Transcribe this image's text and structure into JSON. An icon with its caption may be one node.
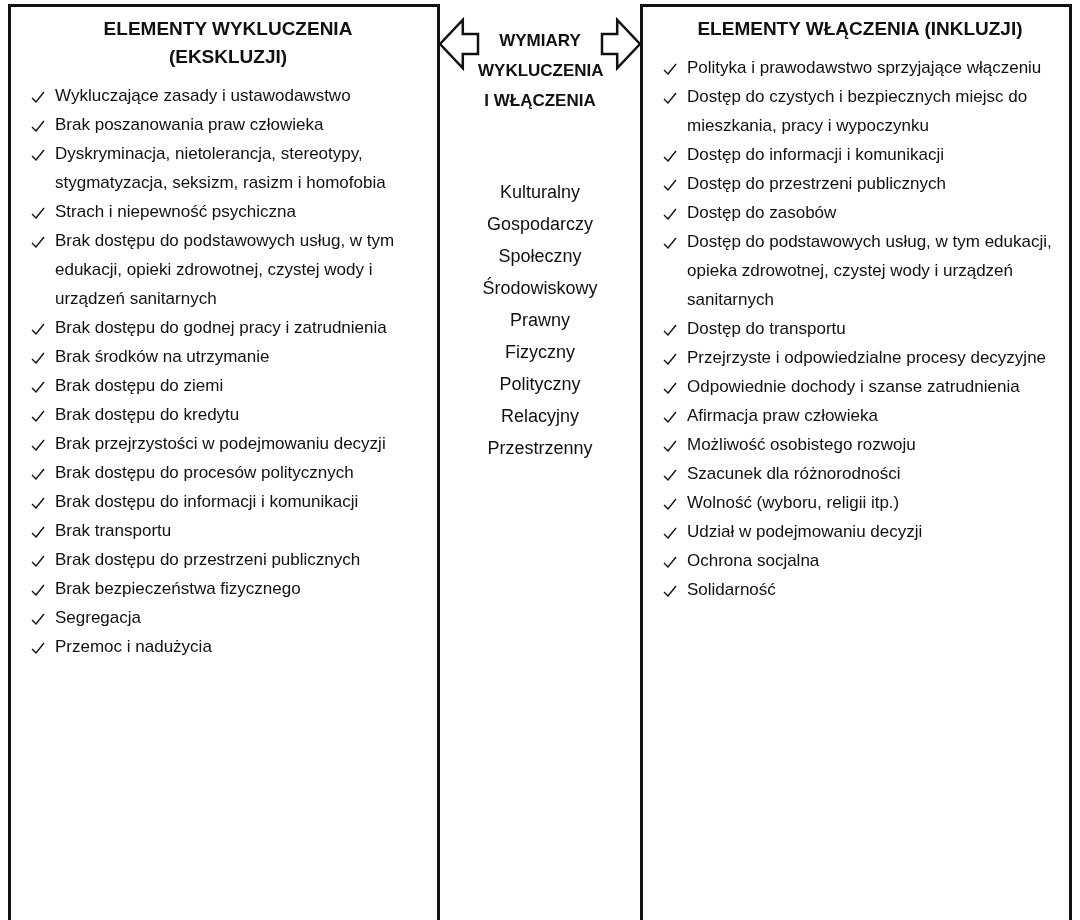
{
  "diagram": {
    "nodes": [
      {
        "text": [
          "ELEMENTY WYKLUCZENIA (EKSKLUZJI)",
          "Wykluczające zasady i ustawodawstwo",
          "Brak poszanowania praw człowieka",
          "Dyskryminacja, nietolerancja, stereotypy, stygmatyzacja, seksizm, rasizm i homofobia",
          "Strach i niepewność psychiczna",
          "Brak dostępu do podstawowych usług, w tym edukacji, opieki zdrowotnej, czystej wody i urządzeń sanitarnych",
          "Brak dostępu do godnej pracy i zatrudnienia",
          "Brak środków na utrzymanie",
          "Brak dostępu do ziemi",
          "Brak dostępu do kredytu",
          "Brak przejrzystości w podejmowaniu decyzji",
          "Brak dostępu do procesów politycznych",
          "Brak dostępu do informacji i komunikacji",
          "Brak transportu",
          "Brak dostępu do przestrzeni publicznych",
          "Brak bezpieczeństwa fizycznego",
          "Segregacja",
          "Przemoc i nadużycia"
        ]
      },
      {
        "text": [
          "WYMIARY WYKLUCZENIA I WŁĄCZENIA",
          "Kulturalny",
          "Gospodarczy",
          "Społeczny",
          "Środowiskowy",
          "Prawny",
          "Fizyczny",
          "Polityczny",
          "Relacyjny",
          "Przestrzenny"
        ]
      },
      {
        "text": [
          "ELEMENTY WŁĄCZENIA (INKLUZJI)",
          "Polityka i prawodawstwo sprzyjające włączeniu",
          "Dostęp do czystych i bezpiecznych miejsc do mieszkania, pracy i wypoczynku",
          "Dostęp do informacji i komunikacji",
          "Dostęp do przestrzeni publicznych",
          "Dostęp do zasobów",
          "Dostęp do podstawowych usług, w tym edukacji, opieka zdrowotnej, czystej wody i urządzeń sanitarnych",
          "Dostęp do transportu",
          "Przejrzyste i odpowiedzialne procesy decyzyjne",
          "Odpowiednie dochody i szanse zatrudnienia",
          "Afirmacja praw człowieka",
          "Możliwość osobistego rozwoju",
          "Szacunek dla różnorodności",
          "Wolność (wyboru, religii itp.)",
          "Udział w podejmowaniu decyzji",
          "Ochrona socjalna",
          "Solidarność"
        ]
      }
    ],
    "edges": [
      {
        "from": 1,
        "to": 0,
        "arrow": "to"
      },
      {
        "from": 1,
        "to": 2,
        "arrow": "to"
      }
    ]
  }
}
